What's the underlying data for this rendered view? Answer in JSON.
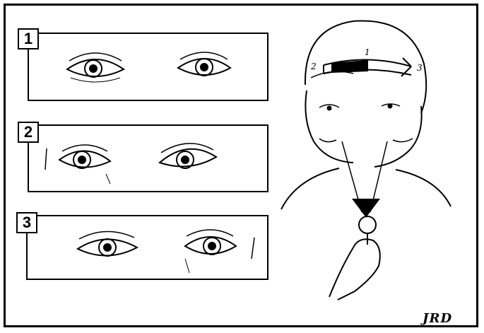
{
  "panels": [
    {
      "number": "1"
    },
    {
      "number": "2"
    },
    {
      "number": "3"
    }
  ],
  "head_arrow": {
    "labels": [
      "2",
      "1",
      "3"
    ]
  },
  "signature": "JRD",
  "colors": {
    "ink": "#000000",
    "paper": "#ffffff"
  }
}
